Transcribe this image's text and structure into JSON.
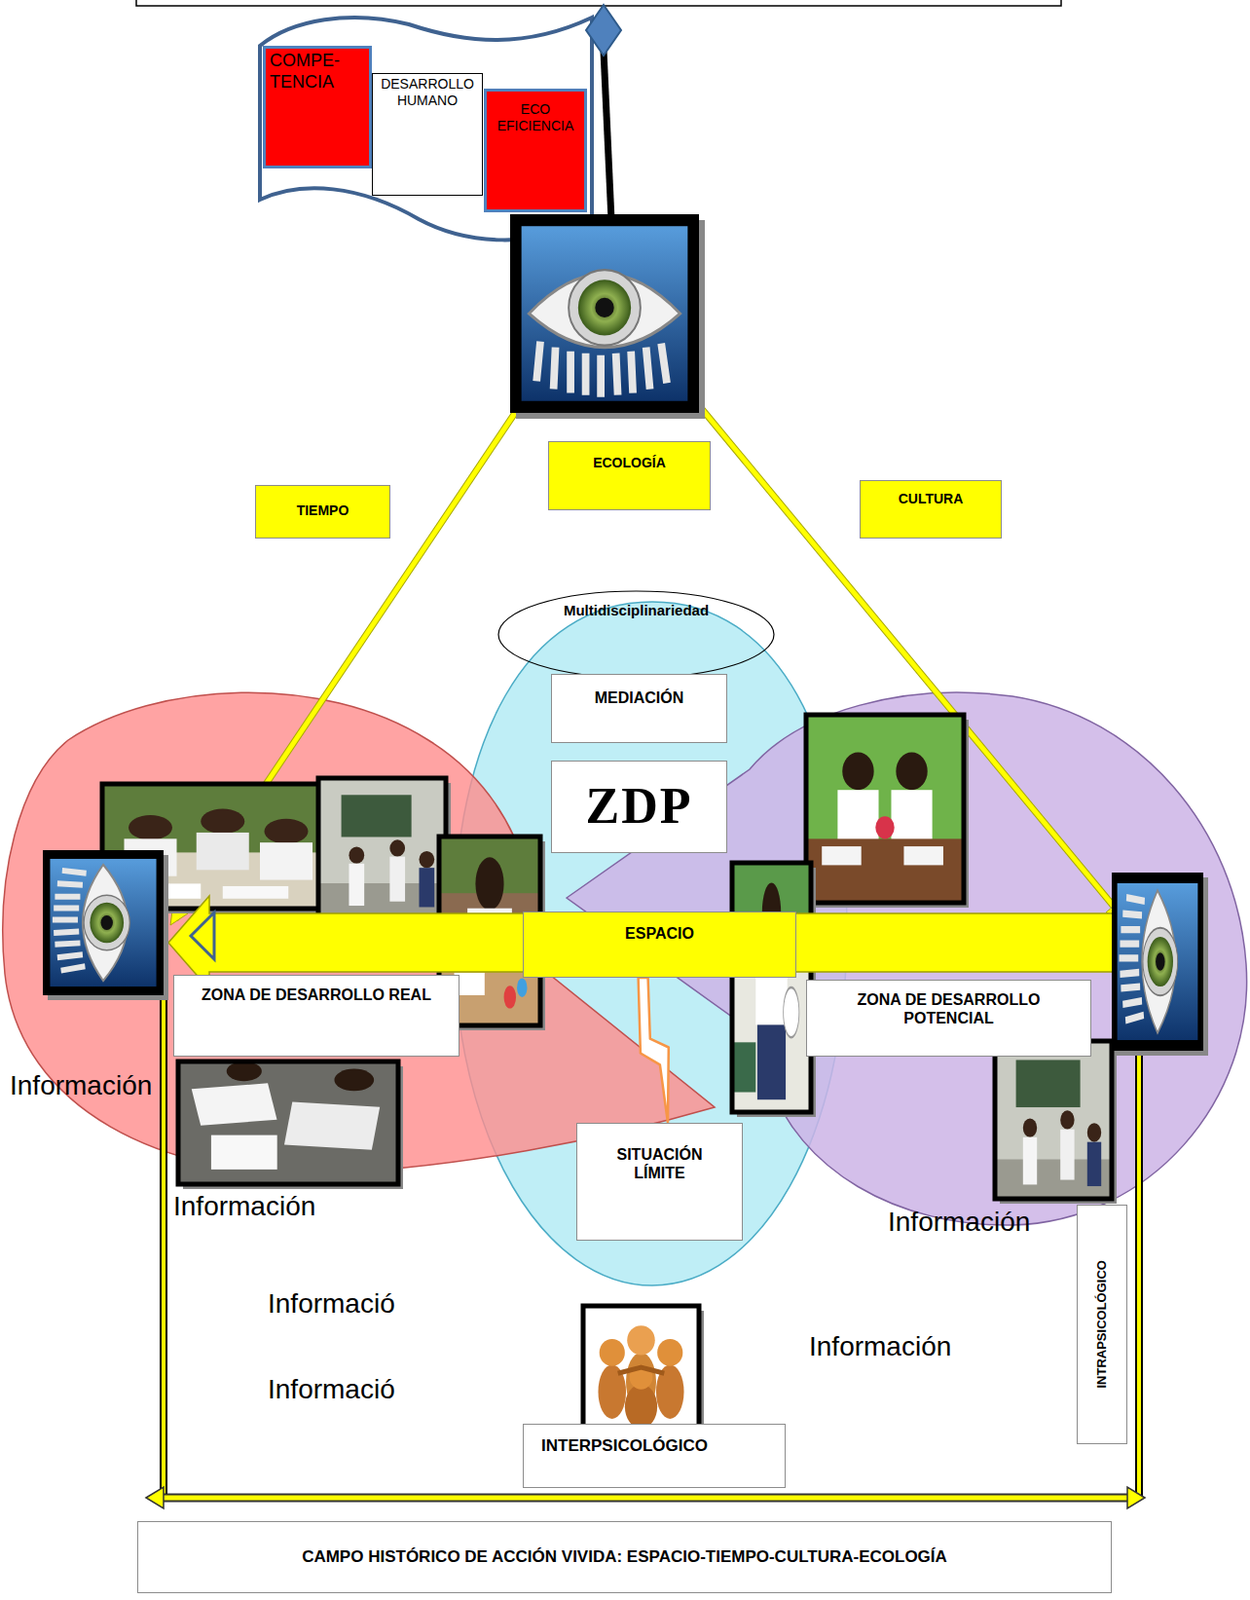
{
  "diagram": {
    "caption": "CAMPO HISTÓRICO DE ACCIÓN VIVIDA: ESPACIO-TIEMPO-CULTURA-ECOLOGÍA",
    "nodes": [
      {
        "text": [
          "COMPE- TENCIA"
        ]
      },
      {
        "text": [
          "DESARROLLO HUMANO"
        ]
      },
      {
        "text": [
          "ECO EFICIENCIA"
        ]
      },
      {
        "text": [
          "TIEMPO"
        ]
      },
      {
        "text": [
          "ECOLOGÍA"
        ]
      },
      {
        "text": [
          "CULTURA"
        ]
      },
      {
        "text": [
          "Multidisciplinariedad"
        ]
      },
      {
        "text": [
          "MEDIACIÓN"
        ]
      },
      {
        "text": [
          "ZDP"
        ]
      },
      {
        "text": [
          "ESPACIO"
        ]
      },
      {
        "text": [
          "ZONA DE DESARROLLO REAL"
        ]
      },
      {
        "text": [
          "ZONA DE DESARROLLO POTENCIAL"
        ]
      },
      {
        "text": [
          "SITUACIÓN LÍMITE"
        ]
      },
      {
        "text": [
          "INTRAPSICOLÓGICO"
        ]
      },
      {
        "text": [
          "INTERPSICOLÓGICO"
        ]
      }
    ],
    "edges": [
      {
        "from": 9,
        "to": 12,
        "arrow": "none"
      }
    ],
    "labels": [
      "Información",
      "Información",
      "Informació",
      "Informació",
      "Información",
      "Información"
    ]
  }
}
